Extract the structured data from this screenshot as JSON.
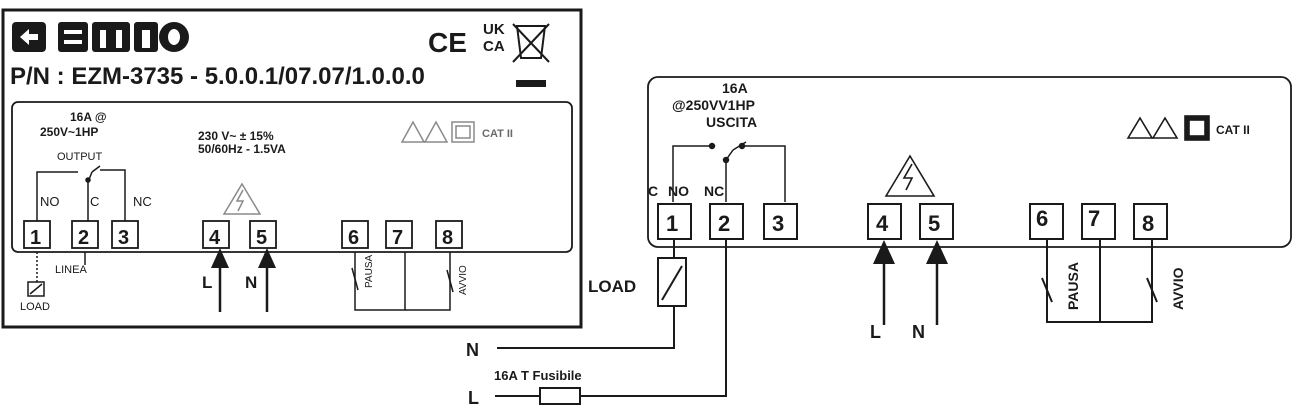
{
  "left_label": {
    "brand": "EMKO",
    "certs": {
      "ce": "CE",
      "ukca_top": "UK",
      "ukca_bottom": "CA"
    },
    "part_number": "P/N : EZM-3735 - 5.0.0.1/07.07/1.0.0.0",
    "relay_rating_1": "16A @",
    "relay_rating_2": "250V~1HP",
    "output_label": "OUTPUT",
    "supply_1": "230 V~  ± 15%",
    "supply_2": "50/60Hz - 1.5VA",
    "cat": "CAT II",
    "contact_labels": [
      "NO",
      "C",
      "NC"
    ],
    "terminals": [
      "1",
      "2",
      "3",
      "4",
      "5",
      "6",
      "7",
      "8"
    ],
    "linea": "LINEA",
    "load": "LOAD",
    "l": "L",
    "n": "N",
    "pausa": "PAUSA",
    "avvio": "AVVIO"
  },
  "right_device": {
    "relay_rating_1": "16A",
    "relay_rating_2": "@250VV1HP",
    "uscita": "USCITA",
    "contact_labels": [
      "C",
      "NO",
      "NC"
    ],
    "cat": "CAT II",
    "terminals": [
      "1",
      "2",
      "3",
      "4",
      "5",
      "6",
      "7",
      "8"
    ],
    "load": "LOAD",
    "l": "L",
    "n": "N",
    "pausa": "PAUSA",
    "avvio": "AVVIO"
  },
  "wiring": {
    "n_line": "N",
    "l_line": "L",
    "fuse": "16A T Fusibile"
  }
}
